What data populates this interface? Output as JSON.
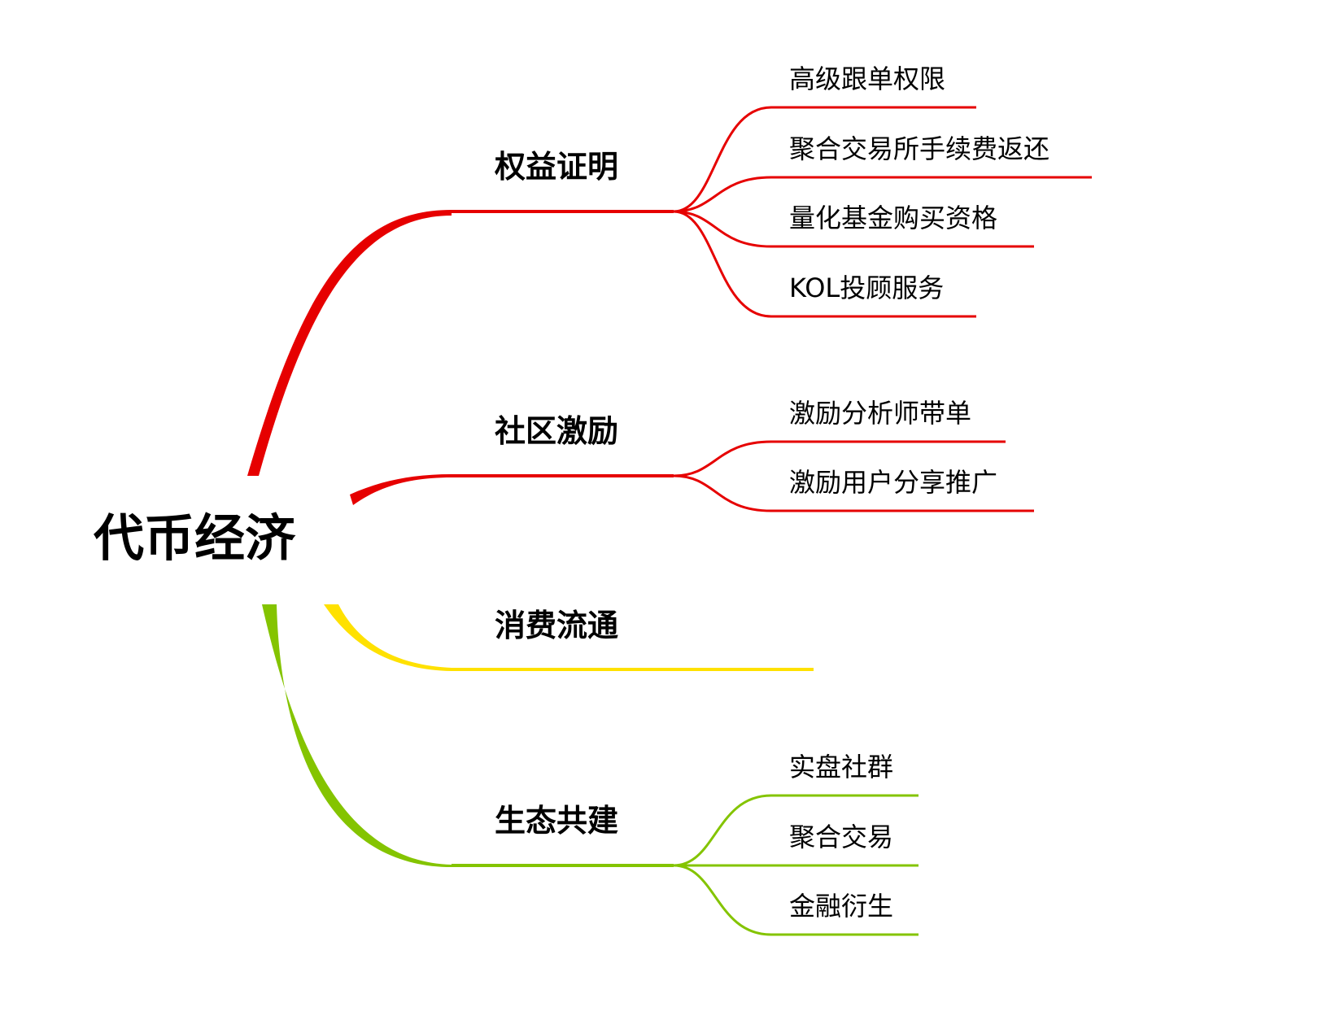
{
  "root": {
    "label": "代币经济"
  },
  "colors": {
    "red": "#e60000",
    "yellow": "#ffe100",
    "green": "#84c400"
  },
  "branches": [
    {
      "label": "权益证明",
      "color": "#e60000",
      "children": [
        "高级跟单权限",
        "聚合交易所手续费返还",
        "量化基金购买资格",
        "KOL投顾服务"
      ]
    },
    {
      "label": "社区激励",
      "color": "#e60000",
      "children": [
        "激励分析师带单",
        "激励用户分享推广"
      ]
    },
    {
      "label": "消费流通",
      "color": "#ffe100",
      "children": []
    },
    {
      "label": "生态共建",
      "color": "#84c400",
      "children": [
        "实盘社群",
        "聚合交易",
        "金融衍生"
      ]
    }
  ]
}
